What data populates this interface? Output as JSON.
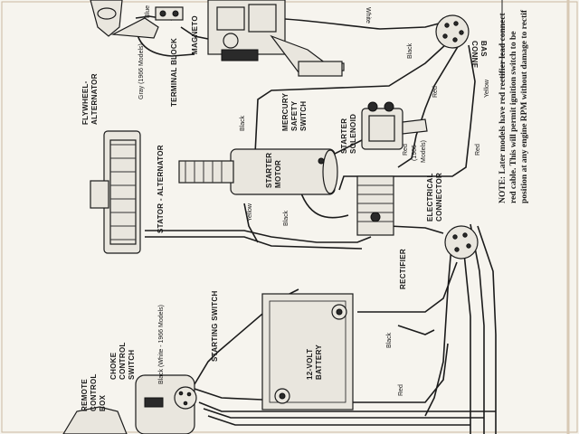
{
  "diagram": {
    "components": {
      "magneto": "MAGNETO",
      "terminal_block": "TERMINAL BLOCK",
      "terminal_block_note": "Gray (1966 Models)",
      "flywheel_alternator_1": "FLYWHEEL-",
      "flywheel_alternator_2": "ALTERNATOR",
      "stator_alternator": "STATOR - ALTERNATOR",
      "starter_motor_1": "STARTER",
      "starter_motor_2": "MOTOR",
      "mercury_switch_1": "MERCURY",
      "mercury_switch_2": "SAFETY",
      "mercury_switch_3": "SWITCH",
      "starter_solenoid_1": "STARTER",
      "starter_solenoid_2": "SOLENOID",
      "electrical_connector_1": "ELECTRICAL",
      "electrical_connector_2": "CONNECTOR",
      "connector_base_1": "CONNE",
      "connector_base_2": "BAS",
      "rectifier": "RECTIFIER",
      "battery_1": "12-VOLT",
      "battery_2": "BATTERY",
      "starting_switch": "STARTING SWITCH",
      "remote_box_1": "REMOTE",
      "remote_box_2": "CONTROL",
      "remote_box_3": "BOX",
      "choke_switch_1": "CHOKE",
      "choke_switch_2": "CONTROL",
      "choke_switch_3": "SWITCH"
    },
    "wires": {
      "blue": "Blue",
      "white": "White",
      "black_1": "Black",
      "black_2": "Black",
      "black_3": "Black",
      "black_4": "Black",
      "black_white": "Black (White - 1966 Models)",
      "red_1": "Red",
      "red_2": "Red",
      "red_3": "Red",
      "red_1966_1": "Red",
      "red_1966_2": "(1966",
      "red_1966_3": "Models)",
      "yellow_1": "Yellow",
      "yellow_2": "Yellow",
      "gray_1966": "Gray (1966 Models)"
    },
    "note": {
      "line1": "NOTE: Later models have red rectifier lead connect",
      "line2": "red cable. This will permit ignition switch to be",
      "line3": "position at any engine RPM without damage to rectif"
    }
  }
}
